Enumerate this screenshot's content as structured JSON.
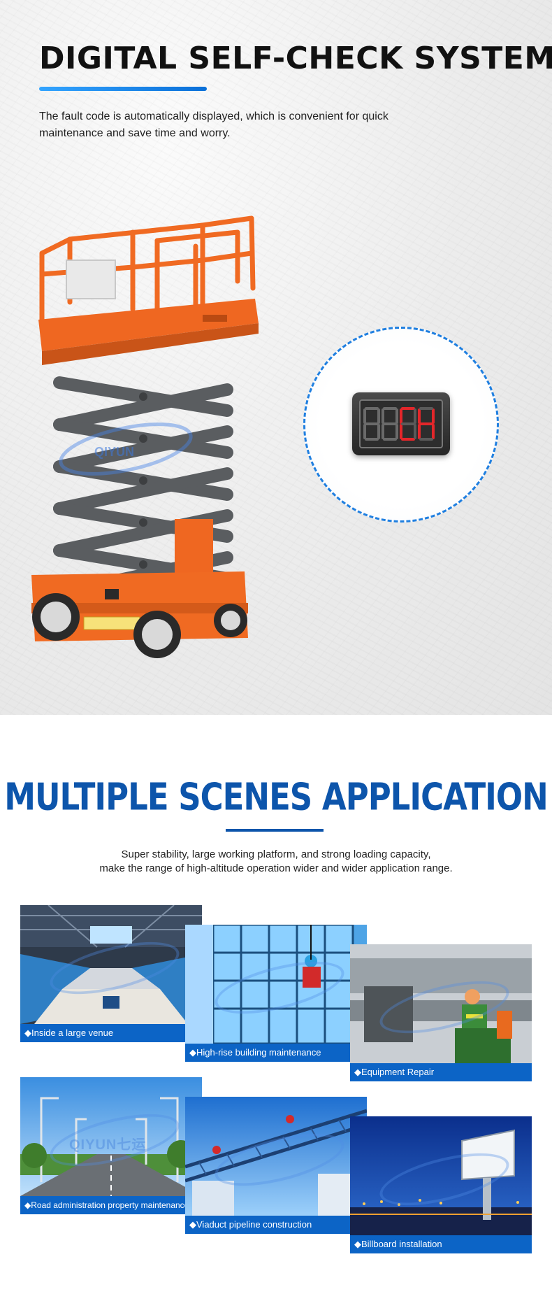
{
  "section1": {
    "title": "DIGITAL SELF-CHECK SYSTEM",
    "description": "The fault code is automatically displayed, which is convenient for quick maintenance and save time and worry.",
    "lift_brand": "QIYUN",
    "display_code": "88CH"
  },
  "section2": {
    "title": "MULTIPLE SCENES APPLICATION",
    "description_line1": "Super stability, large working platform, and strong loading capacity,",
    "description_line2": "make the range of high-altitude operation wider and wider application range.",
    "watermark": "QIYUN七运",
    "scenes": [
      {
        "caption": "◆Inside a large venue"
      },
      {
        "caption": "◆High-rise building maintenance"
      },
      {
        "caption": "◆Equipment Repair"
      },
      {
        "caption": "◆Road administration property maintenance"
      },
      {
        "caption": "◆Viaduct pipeline construction"
      },
      {
        "caption": "◆Billboard installation"
      }
    ]
  },
  "colors": {
    "accent_blue": "#0c64c6",
    "title_blue": "#0d55ab",
    "lift_orange": "#f26a22",
    "scissor_gray": "#5a5d60",
    "display_red": "#e3262a"
  }
}
